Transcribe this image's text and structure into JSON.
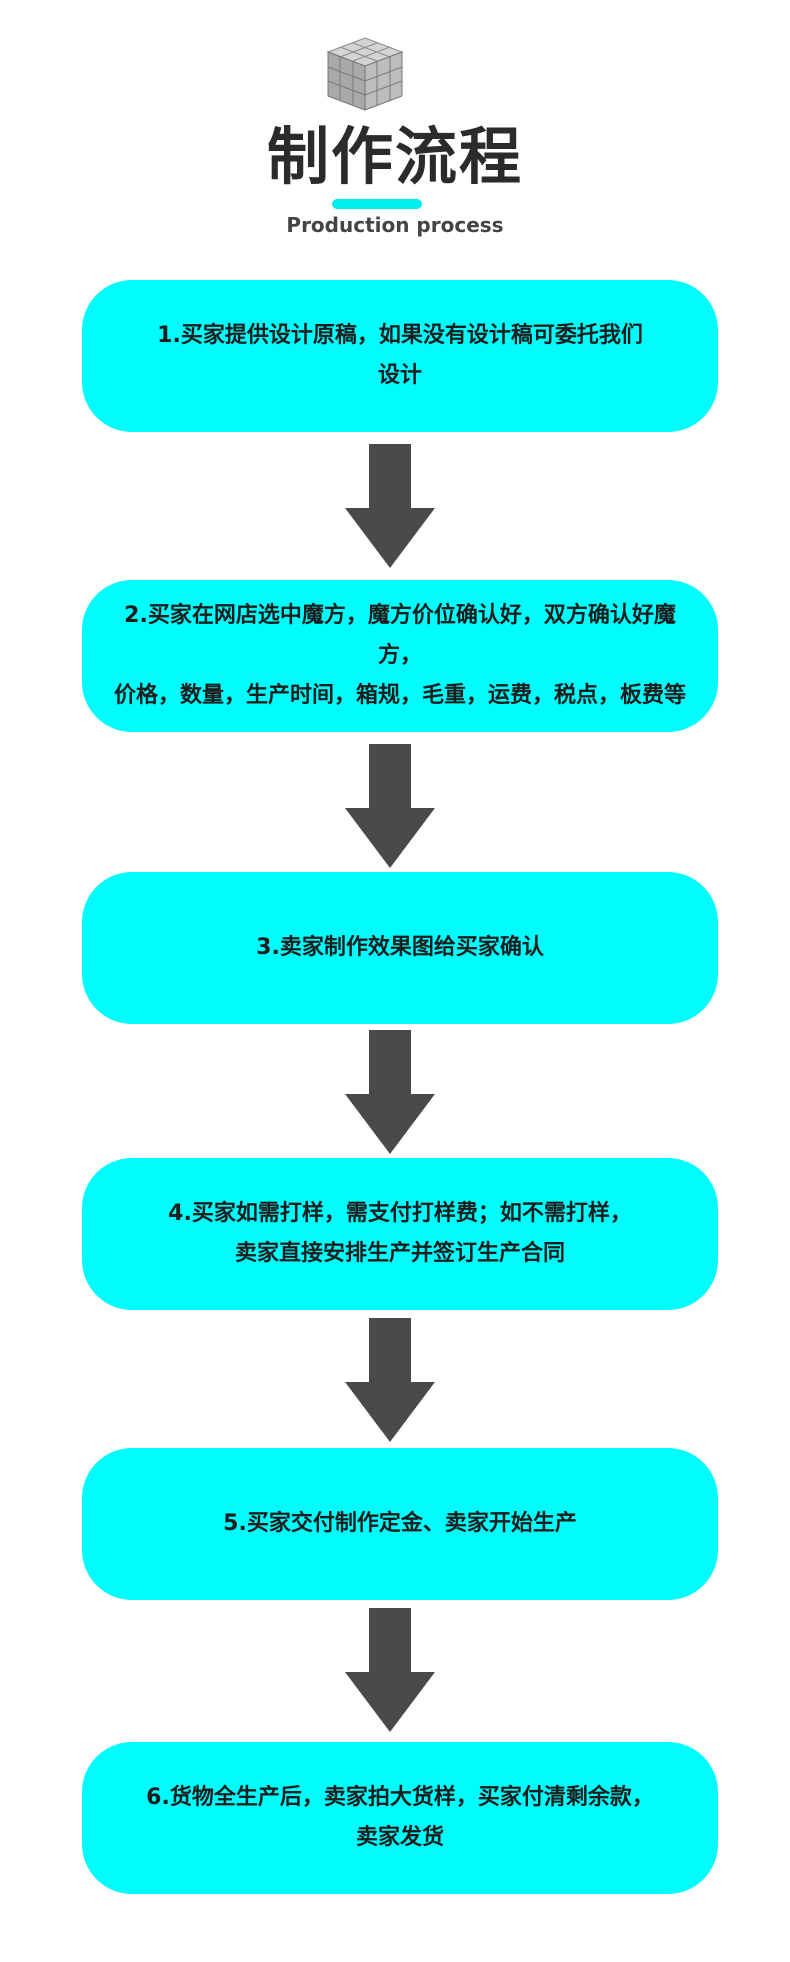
{
  "header": {
    "title": "制作流程",
    "subtitle": "Production process",
    "accent_color": "#00f0f0",
    "icon": "rubiks-cube-icon"
  },
  "steps": [
    {
      "text": "1.买家提供设计原稿，如果没有设计稿可委托我们\n设计"
    },
    {
      "text": "2.买家在网店选中魔方，魔方价位确认好，双方确认好魔方，\n价格，数量，生产时间，箱规，毛重，运费，税点，板费等"
    },
    {
      "text": "3.卖家制作效果图给买家确认"
    },
    {
      "text": "4.买家如需打样，需支付打样费；如不需打样，\n卖家直接安排生产并签订生产合同"
    },
    {
      "text": "5.买家交付制作定金、卖家开始生产"
    },
    {
      "text": "6.货物全生产后，卖家拍大货样，买家付清剩余款，\n卖家发货"
    }
  ],
  "colors": {
    "step_fill": "#00fdfd",
    "arrow_fill": "#4a4a4a",
    "title": "#2b2b2b"
  },
  "arrow_icon": "down-arrow-icon"
}
